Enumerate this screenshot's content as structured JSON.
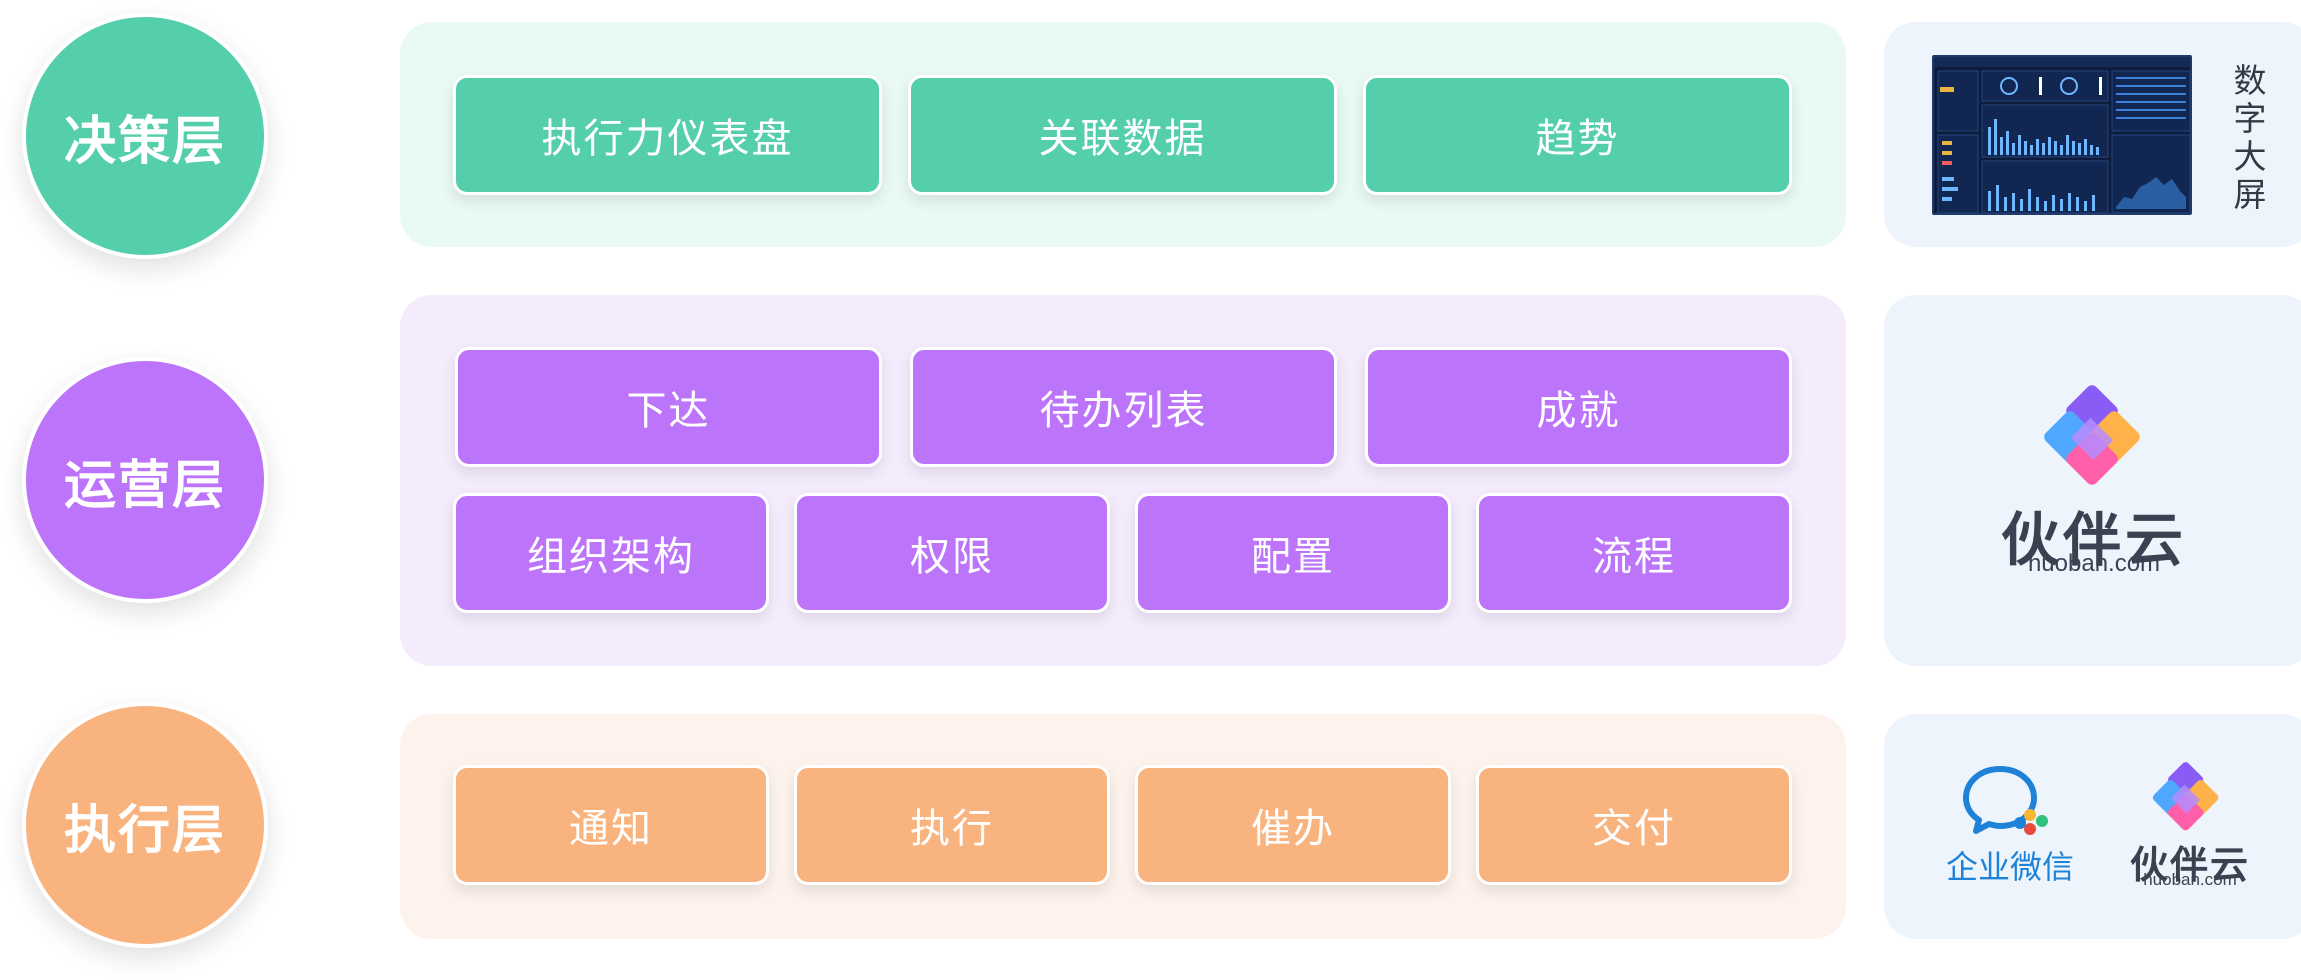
{
  "layers": {
    "decision": {
      "title": "决策层",
      "color": "#55cfab",
      "items": [
        "执行力仪表盘",
        "关联数据",
        "趋势"
      ],
      "side_label": "数字大屏"
    },
    "operation": {
      "title": "运营层",
      "color": "#bc74fb",
      "items_row1": [
        "下达",
        "待办列表",
        "成就"
      ],
      "items_row2": [
        "组织架构",
        "权限",
        "配置",
        "流程"
      ],
      "side": {
        "brand_name": "伙伴云",
        "brand_domain": "huoban.com"
      }
    },
    "execution": {
      "title": "执行层",
      "color": "#f9b37f",
      "items": [
        "通知",
        "执行",
        "催办",
        "交付"
      ],
      "side": {
        "wework_name": "企业微信",
        "brand_name": "伙伴云",
        "brand_domain": "huoban.com"
      }
    }
  },
  "icons": [
    "dashboard-screenshot-icon",
    "huoban-logo-icon",
    "wework-logo-icon"
  ]
}
